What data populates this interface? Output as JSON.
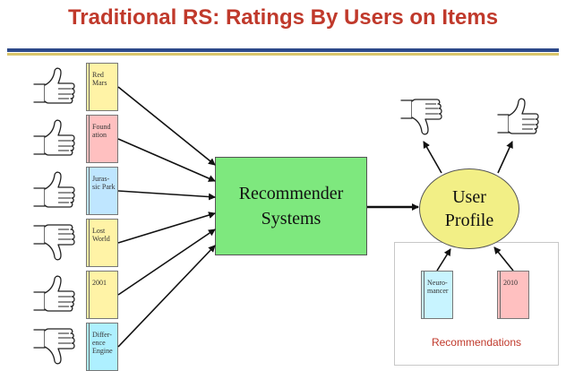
{
  "title": "Traditional RS: Ratings By Users on Items",
  "colors": {
    "title": "#c0392b",
    "rule_dark": "#2e4a8a",
    "rule_light": "#d9c56a",
    "recsys_fill": "#7ee87e",
    "profile_fill": "#f2ef86",
    "rec_label": "#c0392b"
  },
  "items": [
    {
      "label": "Red Mars",
      "fill": "#fff3a6",
      "rating": "thumb-up-icon"
    },
    {
      "label": "Found ation",
      "fill": "#ffc0c0",
      "rating": "thumb-up-icon"
    },
    {
      "label": "Juras- sic Park",
      "fill": "#bfe6ff",
      "rating": "thumb-up-icon"
    },
    {
      "label": "Lost World",
      "fill": "#fff3a6",
      "rating": "thumb-down-icon"
    },
    {
      "label": "2001",
      "fill": "#fff3a6",
      "rating": "thumb-up-icon"
    },
    {
      "label": "Differ- ence Engine",
      "fill": "#aef0ff",
      "rating": "thumb-down-icon"
    }
  ],
  "recommender": {
    "line1": "Recommender",
    "line2": "Systems"
  },
  "profile": {
    "line1": "User",
    "line2": "Profile"
  },
  "profile_outputs": [
    "thumb-down-icon",
    "thumb-up-icon"
  ],
  "recommendations": {
    "label": "Recommendations",
    "books": [
      {
        "label": "Neuro- mancer",
        "fill": "#c8f4ff"
      },
      {
        "label": "2010",
        "fill": "#ffc0c0"
      }
    ]
  }
}
